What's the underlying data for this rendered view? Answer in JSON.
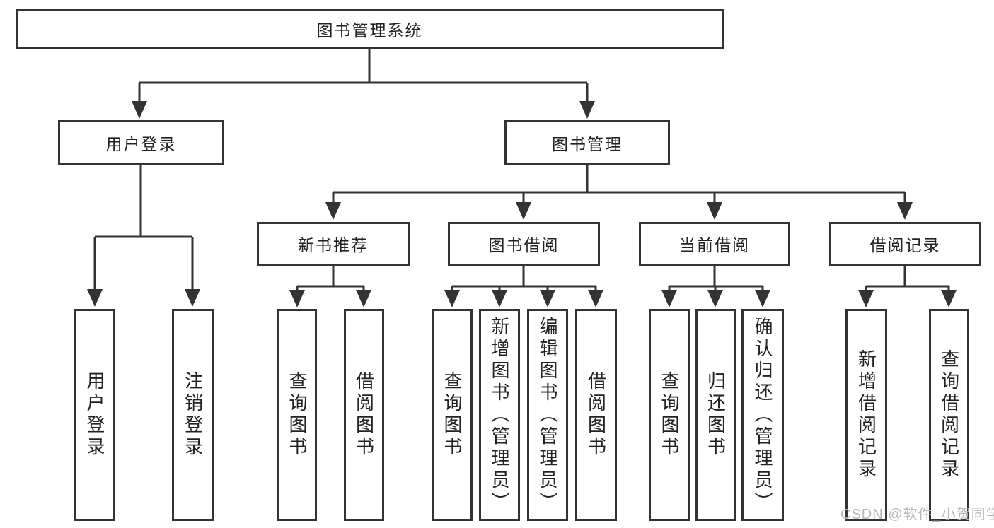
{
  "tree": {
    "root": {
      "label": "图书管理系统"
    },
    "branches": [
      {
        "label": "用户登录"
      },
      {
        "label": "图书管理"
      }
    ],
    "modules": [
      {
        "label": "新书推荐",
        "parent": "图书管理"
      },
      {
        "label": "图书借阅",
        "parent": "图书管理"
      },
      {
        "label": "当前借阅",
        "parent": "图书管理"
      },
      {
        "label": "借阅记录",
        "parent": "图书管理"
      }
    ],
    "functions": [
      {
        "label": "用户登录",
        "parent": "用户登录"
      },
      {
        "label": "注销登录",
        "parent": "用户登录"
      },
      {
        "label": "查询图书",
        "parent": "新书推荐"
      },
      {
        "label": "借阅图书",
        "parent": "新书推荐"
      },
      {
        "label": "查询图书",
        "parent": "图书借阅"
      },
      {
        "label": "新增图书（管理员）",
        "parent": "图书借阅"
      },
      {
        "label": "编辑图书（管理员）",
        "parent": "图书借阅"
      },
      {
        "label": "借阅图书",
        "parent": "图书借阅"
      },
      {
        "label": "查询图书",
        "parent": "当前借阅"
      },
      {
        "label": "归还图书",
        "parent": "当前借阅"
      },
      {
        "label": "确认归还（管理员）",
        "parent": "当前借阅"
      },
      {
        "label": "新增借阅记录",
        "parent": "借阅记录"
      },
      {
        "label": "查询借阅记录",
        "parent": "借阅记录"
      }
    ]
  },
  "watermark": {
    "text": "CSDN @软件_小贺同学"
  },
  "colors": {
    "line": "#333333",
    "text": "#222222",
    "background": "#ffffff",
    "watermark": "#b8b8b8"
  }
}
